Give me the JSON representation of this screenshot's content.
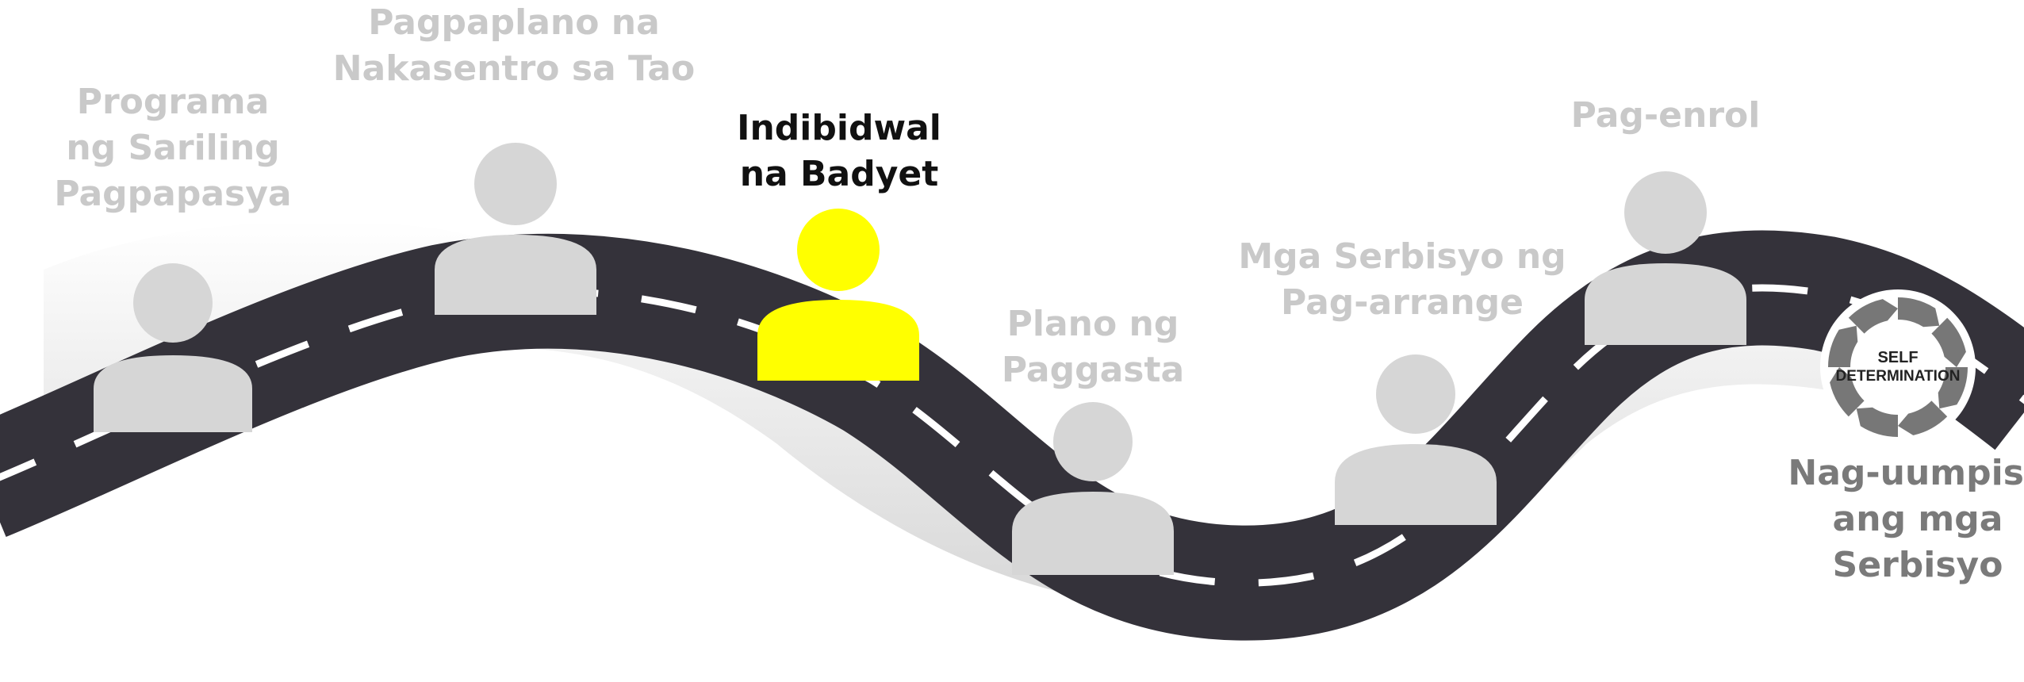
{
  "steps": [
    {
      "lines": [
        "Programa",
        "ng Sariling",
        "Pagpapasya"
      ],
      "highlighted": false
    },
    {
      "lines": [
        "Pagpaplano na",
        "Nakasentro sa Tao"
      ],
      "highlighted": false
    },
    {
      "lines": [
        "Indibidwal",
        "na Badyet"
      ],
      "highlighted": true
    },
    {
      "lines": [
        "Plano ng",
        "Paggasta"
      ],
      "highlighted": false
    },
    {
      "lines": [
        "Mga Serbisyo ng",
        "Pag-arrange"
      ],
      "highlighted": false
    },
    {
      "lines": [
        "Pag-enrol"
      ],
      "highlighted": false
    },
    {
      "lines": [
        "Nag-uumpisa",
        "ang mga",
        "Serbisyo"
      ],
      "highlighted": false
    }
  ],
  "logo": {
    "line1": "SELF",
    "line2": "DETERMINATION"
  },
  "colors": {
    "highlight": "#FFFF00",
    "inactive_text": "#c9c9c9",
    "inactive_figure": "#d6d6d6",
    "final_text": "#7a7a7a",
    "road": "#34323a",
    "road_dash": "#ffffff",
    "shadow": "#dcdcdc",
    "logo": "#777777"
  }
}
